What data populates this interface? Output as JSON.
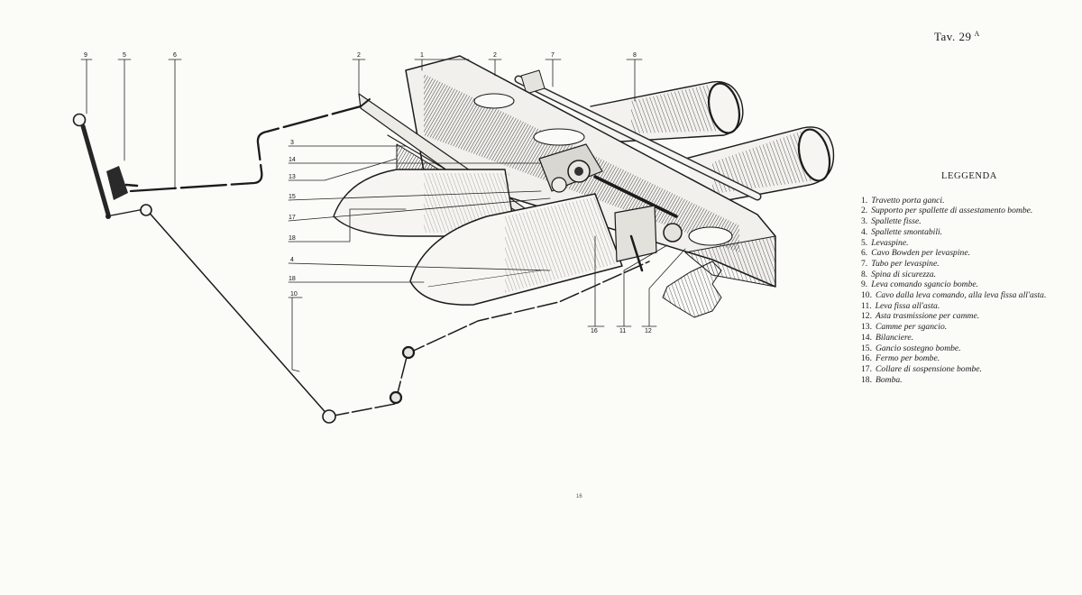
{
  "plate": {
    "title": "Tav. 29",
    "suffix": "A"
  },
  "legend": {
    "heading": "LEGGENDA",
    "items": [
      {
        "num": "1.",
        "text": "Travetto porta ganci."
      },
      {
        "num": "2.",
        "text": "Supporto per spallette di assestamento bombe."
      },
      {
        "num": "3.",
        "text": "Spallette fisse."
      },
      {
        "num": "4.",
        "text": "Spallette smontabili."
      },
      {
        "num": "5.",
        "text": "Levaspine."
      },
      {
        "num": "6.",
        "text": "Cavo Bowden per levaspine."
      },
      {
        "num": "7.",
        "text": "Tubo per levaspine."
      },
      {
        "num": "8.",
        "text": "Spina di sicurezza."
      },
      {
        "num": "9.",
        "text": "Leva comando sgancio bombe."
      },
      {
        "num": "10.",
        "text": "Cavo dalla leva comando, alla leva fissa all'asta."
      },
      {
        "num": "11.",
        "text": "Leva fissa all'asta."
      },
      {
        "num": "12.",
        "text": "Asta trasmissione per camme."
      },
      {
        "num": "13.",
        "text": "Camme per sgancio."
      },
      {
        "num": "14.",
        "text": "Bilanciere."
      },
      {
        "num": "15.",
        "text": "Gancio sostegno bombe."
      },
      {
        "num": "16.",
        "text": "Fermo per bombe."
      },
      {
        "num": "17.",
        "text": "Collare di sospensione bombe."
      },
      {
        "num": "18.",
        "text": "Bomba."
      }
    ]
  },
  "callouts": {
    "c9": "9",
    "c5": "5",
    "c6": "6",
    "c2a": "2",
    "c1": "1",
    "c2b": "2",
    "c7": "7",
    "c8": "8",
    "c3": "3",
    "c14": "14",
    "c13": "13",
    "c15": "15",
    "c17": "17",
    "c18a": "18",
    "c4": "4",
    "c18b": "18",
    "c10": "10",
    "c16": "16",
    "c11": "11",
    "c12": "12"
  },
  "marks": {
    "bottom_code": "16"
  }
}
